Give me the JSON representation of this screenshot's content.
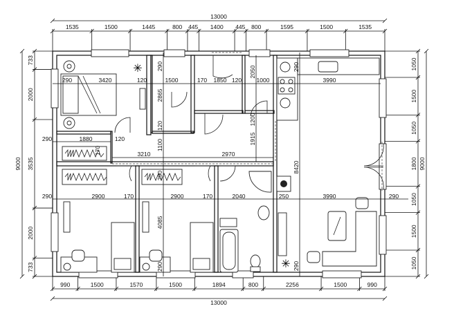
{
  "plan": {
    "width_mm": 13000,
    "height_mm": 9000,
    "top_dims": [
      1535,
      1500,
      1445,
      800,
      445,
      1400,
      445,
      800,
      1595,
      1500,
      1535
    ],
    "top_total": "13000",
    "bottom_dims": [
      990,
      1500,
      1570,
      1500,
      1894,
      800,
      2256,
      1500,
      990
    ],
    "bottom_total": "13000",
    "left_dims": [
      733,
      2000,
      3535,
      2000,
      733
    ],
    "left_total": "9000",
    "right_dims": [
      1050,
      1500,
      1050,
      1800,
      1050,
      1500,
      1050
    ],
    "right_total": "9000"
  },
  "interior": [
    "290",
    "3420",
    "120",
    "1500",
    "170",
    "1850",
    "120",
    "1000",
    "3990",
    "290",
    "2865",
    "120",
    "1100",
    "2050",
    "1200",
    "1915",
    "290",
    "1880",
    "120",
    "170",
    "3210",
    "2970",
    "8420",
    "290",
    "290",
    "2900",
    "170",
    "2900",
    "170",
    "2040",
    "250",
    "3990",
    "290",
    "4085",
    "290",
    "290",
    "290"
  ]
}
